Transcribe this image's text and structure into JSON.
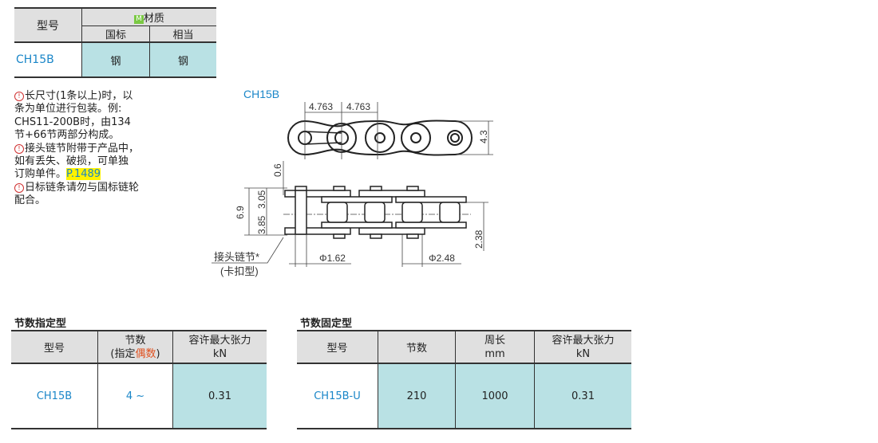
{
  "material_table": {
    "h_model": "型号",
    "h_material": "材质",
    "material_badge": "M",
    "h_gb": "国标",
    "h_equiv": "相当",
    "row": {
      "model": "CH15B",
      "gb": "钢",
      "equiv": "钢"
    }
  },
  "notes": {
    "n1_a": "长尺寸(1条以上)时，以",
    "n1_b": "条为单位进行包装。例:",
    "n1_c": "CHS11-200B时，由134",
    "n1_d": "节+66节两部分构成。",
    "n2_a": "接头链节附带于产品中，",
    "n2_b": "如有丢失、破损，可单独",
    "n2_c": "订购单件。",
    "n2_link": "P.1489",
    "n3_a": "日标链条请勿与国标链轮",
    "n3_b": "配合。",
    "warn_icon": "!"
  },
  "drawing": {
    "label": "CH15B",
    "pitch1": "4.763",
    "pitch2": "4.763",
    "height": "4.3",
    "d06": "0.6",
    "d305": "3.05",
    "d69": "6.9",
    "d385": "3.85",
    "d238": "2.38",
    "pin_dia": "Φ1.62",
    "roller_dia": "Φ2.48",
    "joint_label": "接头链节*",
    "joint_type": "(卡扣型)"
  },
  "specified": {
    "title": "节数指定型",
    "h_model": "型号",
    "h_links_a": "节数",
    "h_links_b1": "(指定",
    "h_links_b2": "偶数",
    "h_links_b3": ")",
    "h_tension": "容许最大张力",
    "h_unit": "kN",
    "row": {
      "model": "CH15B",
      "links": "4 ~",
      "tension": "0.31"
    }
  },
  "fixed": {
    "title": "节数固定型",
    "h_model": "型号",
    "h_links": "节数",
    "h_len": "周长",
    "h_len_unit": "mm",
    "h_tension": "容许最大张力",
    "h_unit": "kN",
    "row": {
      "model": "CH15B-U",
      "links": "210",
      "length": "1000",
      "tension": "0.31"
    }
  }
}
